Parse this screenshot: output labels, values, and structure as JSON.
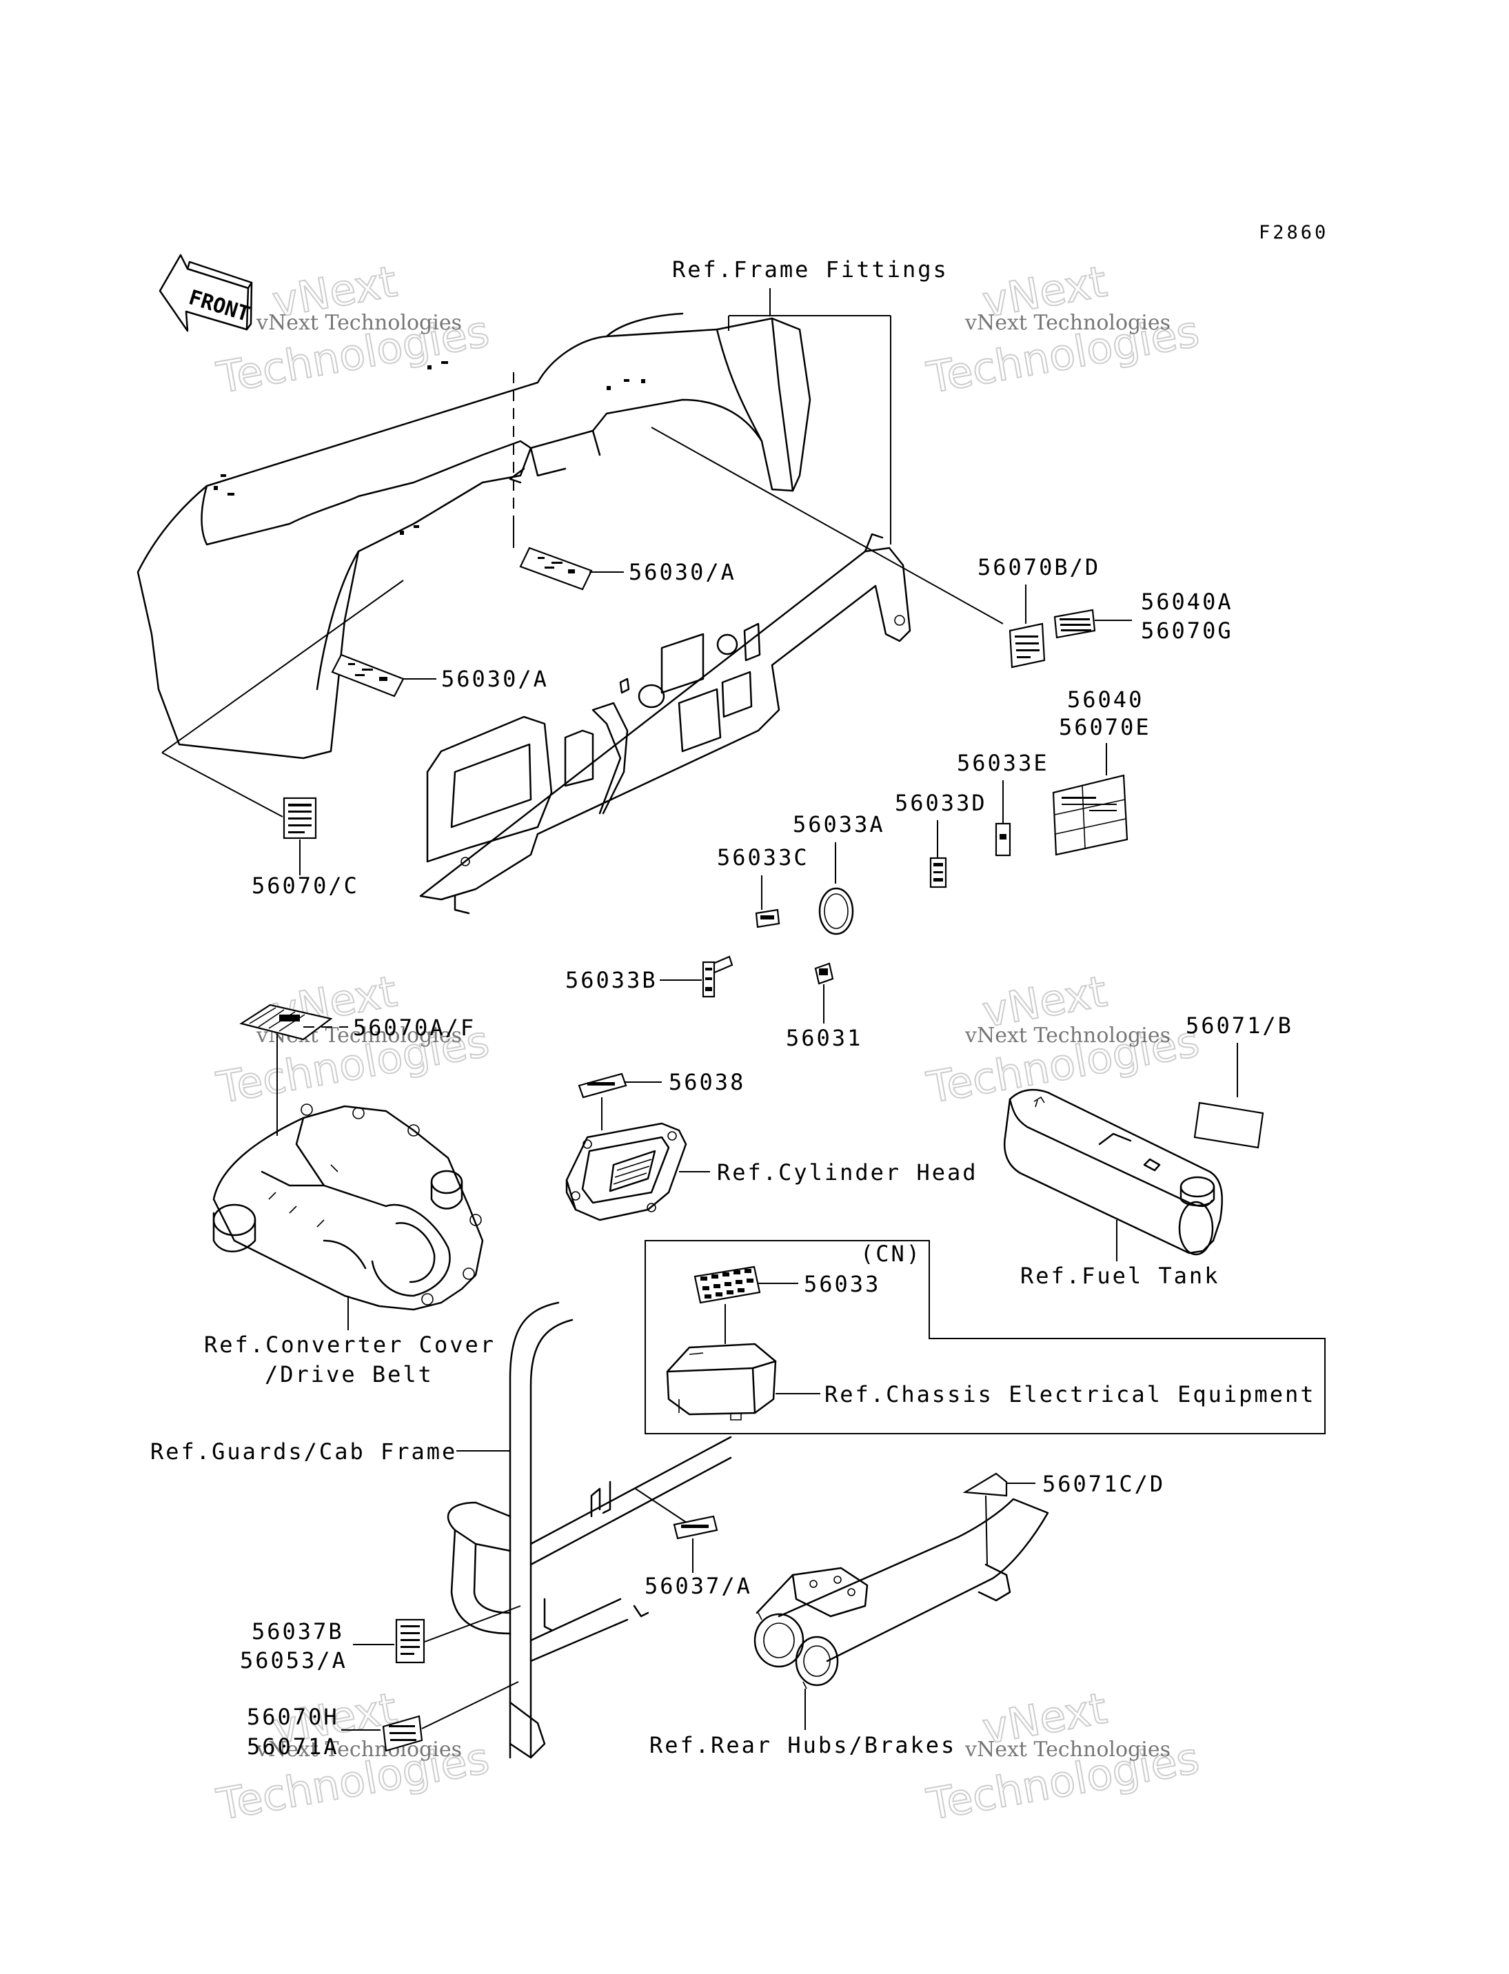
{
  "figure_code": "F2860",
  "front_arrow": "FRONT",
  "parts": {
    "p56030a_upper": "56030/A",
    "p56030a_lower": "56030/A",
    "p56070c": "56070/C",
    "p56070bd": "56070B/D",
    "p56040a": "56040A",
    "p56070g": "56070G",
    "p56040": "56040",
    "p56070e": "56070E",
    "p56033e": "56033E",
    "p56033d": "56033D",
    "p56033a": "56033A",
    "p56033c": "56033C",
    "p56033b": "56033B",
    "p56031": "56031",
    "p56070af": "56070A/F",
    "p56038": "56038",
    "p56071b": "56071/B",
    "p56033": "56033",
    "p56071cd": "56071C/D",
    "p56037a": "56037/A",
    "p56037b": "56037B",
    "p56053a": "56053/A",
    "p56070h": "56070H",
    "p56071a": "56071A"
  },
  "refs": {
    "frame_fittings": "Ref.Frame Fittings",
    "cylinder_head": "Ref.Cylinder Head",
    "fuel_tank": "Ref.Fuel Tank",
    "converter_cover_1": "Ref.Converter Cover",
    "converter_cover_2": "/Drive Belt",
    "chassis_electrical": "Ref.Chassis Electrical Equipment",
    "guards_cab_frame": "Ref.Guards/Cab Frame",
    "rear_hubs_brakes": "Ref.Rear Hubs/Brakes"
  },
  "region_box_label": "(CN)",
  "watermark": {
    "line1": "vNext Technologies",
    "line2": "vNext",
    "line3": "Technologies"
  }
}
